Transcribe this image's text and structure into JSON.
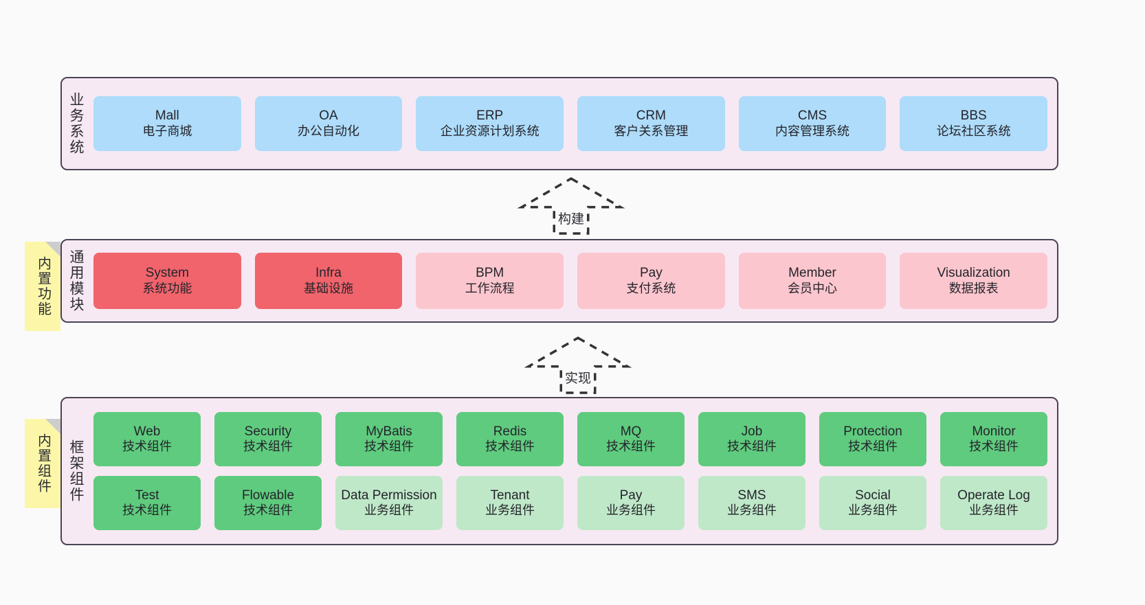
{
  "theme": {
    "background": "#fafafa",
    "panel_fill": "#f7e9f3",
    "panel_stroke": "#4a4453",
    "note_fill": "#fcf7a8",
    "note_fold": "#cdcdcd",
    "blue": "#aedcfa",
    "red": "#f1646c",
    "pink_light": "#fcc6ce",
    "green": "#5fcb7e",
    "green_light": "#bfe8c8",
    "text": "#24242b"
  },
  "layers": [
    {
      "title": "业务系统",
      "rows": [
        [
          {
            "name": "Mall",
            "sub": "电子商城",
            "color": "blue"
          },
          {
            "name": "OA",
            "sub": "办公自动化",
            "color": "blue"
          },
          {
            "name": "ERP",
            "sub": "企业资源计划系统",
            "color": "blue"
          },
          {
            "name": "CRM",
            "sub": "客户关系管理",
            "color": "blue"
          },
          {
            "name": "CMS",
            "sub": "内容管理系统",
            "color": "blue"
          },
          {
            "name": "BBS",
            "sub": "论坛社区系统",
            "color": "blue"
          }
        ]
      ]
    },
    {
      "title": "通用模块",
      "note": "内置功能",
      "rows": [
        [
          {
            "name": "System",
            "sub": "系统功能",
            "color": "red"
          },
          {
            "name": "Infra",
            "sub": "基础设施",
            "color": "red"
          },
          {
            "name": "BPM",
            "sub": "工作流程",
            "color": "pink_light"
          },
          {
            "name": "Pay",
            "sub": "支付系统",
            "color": "pink_light"
          },
          {
            "name": "Member",
            "sub": "会员中心",
            "color": "pink_light"
          },
          {
            "name": "Visualization",
            "sub": "数据报表",
            "color": "pink_light"
          }
        ]
      ]
    },
    {
      "title": "框架组件",
      "note": "内置组件",
      "rows": [
        [
          {
            "name": "Web",
            "sub": "技术组件",
            "color": "green"
          },
          {
            "name": "Security",
            "sub": "技术组件",
            "color": "green"
          },
          {
            "name": "MyBatis",
            "sub": "技术组件",
            "color": "green"
          },
          {
            "name": "Redis",
            "sub": "技术组件",
            "color": "green"
          },
          {
            "name": "MQ",
            "sub": "技术组件",
            "color": "green"
          },
          {
            "name": "Job",
            "sub": "技术组件",
            "color": "green"
          },
          {
            "name": "Protection",
            "sub": "技术组件",
            "color": "green"
          },
          {
            "name": "Monitor",
            "sub": "技术组件",
            "color": "green"
          }
        ],
        [
          {
            "name": "Test",
            "sub": "技术组件",
            "color": "green"
          },
          {
            "name": "Flowable",
            "sub": "技术组件",
            "color": "green"
          },
          {
            "name": "Data Permission",
            "sub": "业务组件",
            "color": "green_light"
          },
          {
            "name": "Tenant",
            "sub": "业务组件",
            "color": "green_light"
          },
          {
            "name": "Pay",
            "sub": "业务组件",
            "color": "green_light"
          },
          {
            "name": "SMS",
            "sub": "业务组件",
            "color": "green_light"
          },
          {
            "name": "Social",
            "sub": "业务组件",
            "color": "green_light"
          },
          {
            "name": "Operate Log",
            "sub": "业务组件",
            "color": "green_light"
          }
        ]
      ]
    }
  ],
  "connectors": [
    {
      "label": "构建",
      "from": "通用模块",
      "to": "业务系统"
    },
    {
      "label": "实现",
      "from": "框架组件",
      "to": "通用模块"
    }
  ]
}
